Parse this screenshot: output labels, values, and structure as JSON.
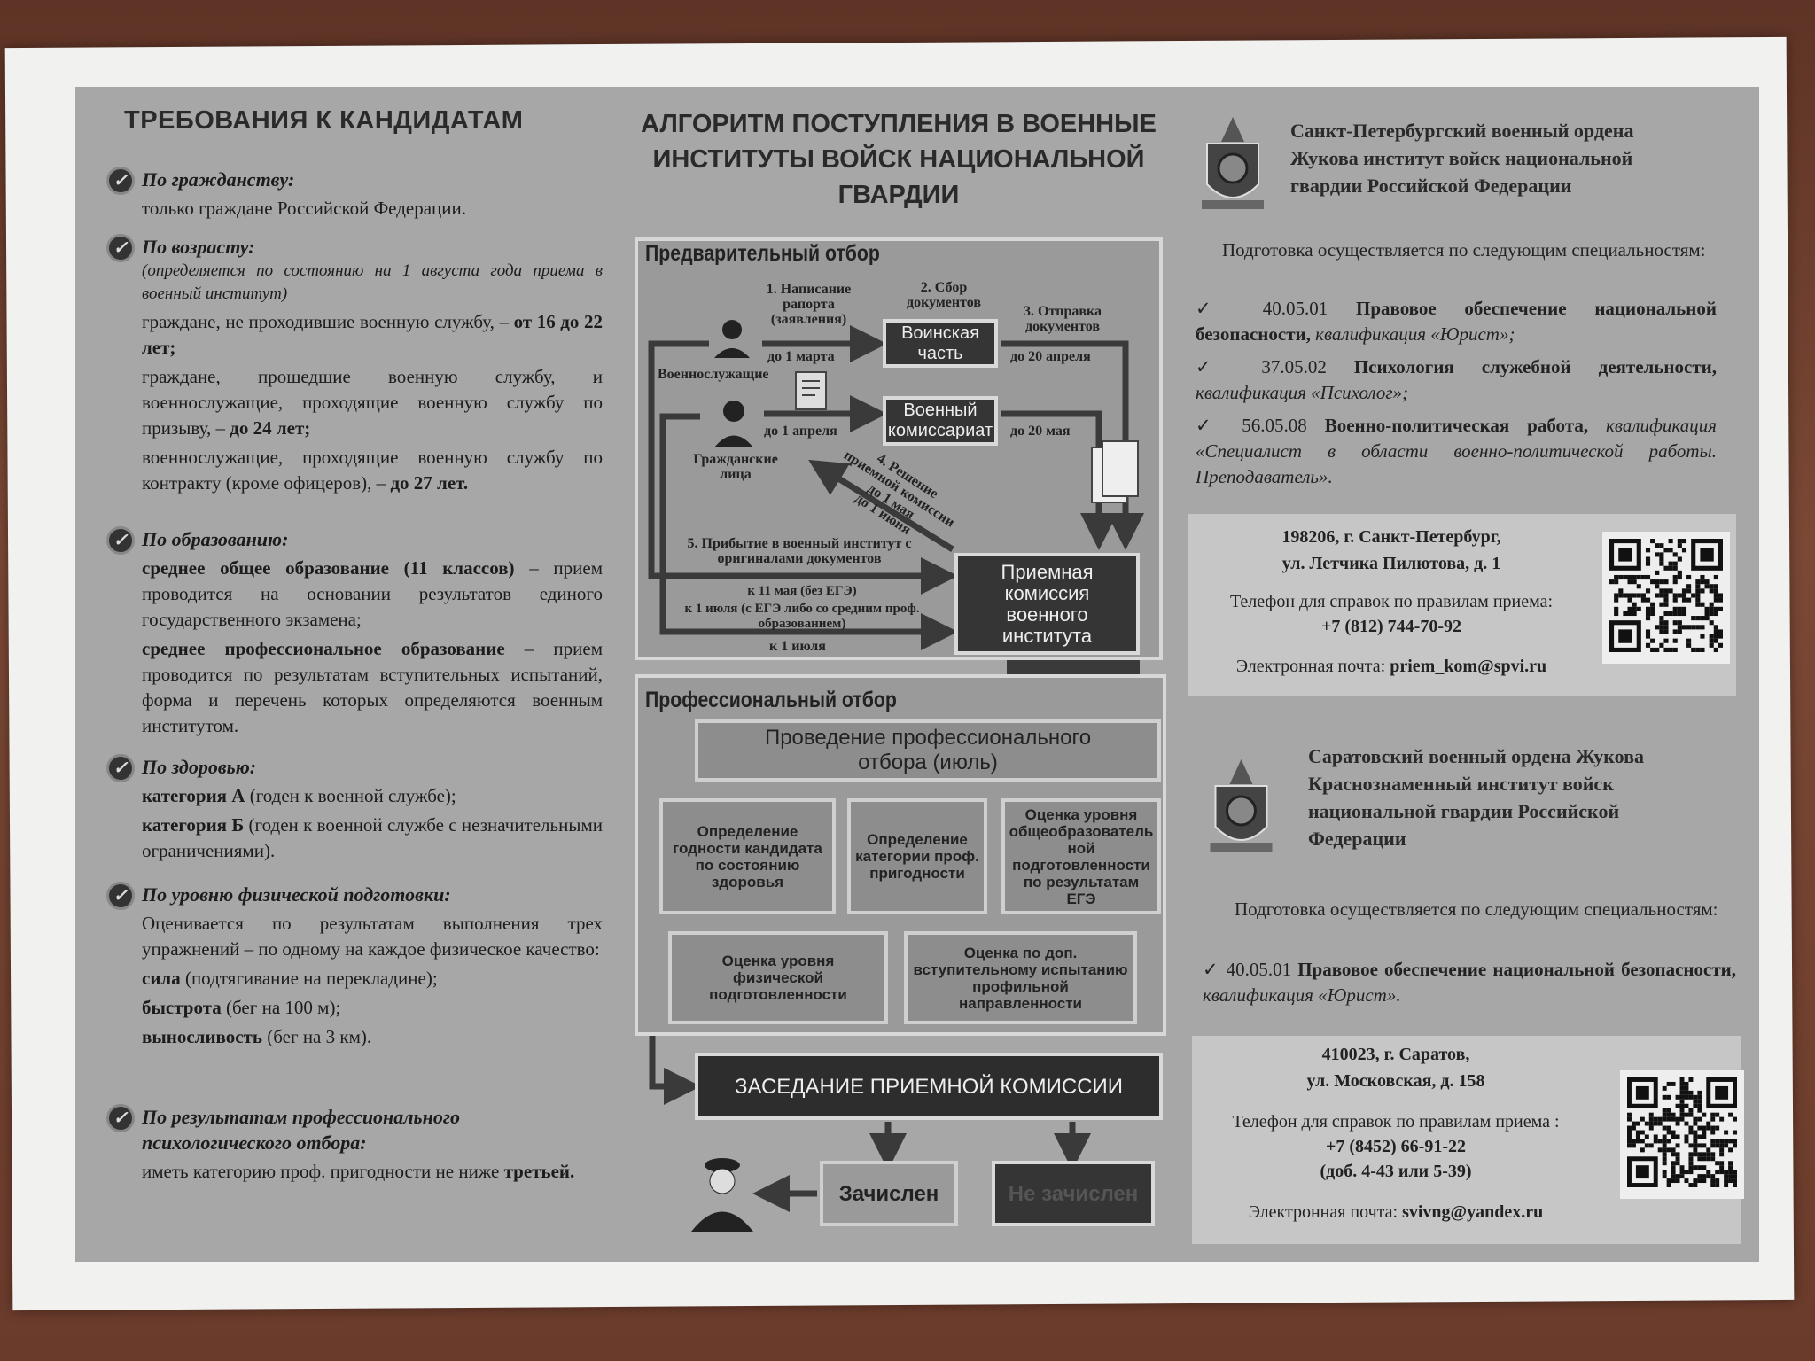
{
  "left": {
    "title": "ТРЕБОВАНИЯ К КАНДИДАТАМ",
    "sections": [
      {
        "heading": "По гражданству:",
        "paras": [
          [
            {
              "t": "только граждане Российской Федерации."
            }
          ]
        ]
      },
      {
        "heading": "По возрасту:",
        "note": "(определяется по состоянию на 1 августа года приема в военный институт)",
        "paras": [
          [
            {
              "t": "граждане, не проходившие военную службу, – "
            },
            {
              "t": "от 16 до 22 лет;",
              "b": true
            }
          ],
          [
            {
              "t": "граждане, прошедшие военную службу, и военнослужащие, проходящие военную службу по призыву, – "
            },
            {
              "t": "до 24 лет;",
              "b": true
            }
          ],
          [
            {
              "t": "военнослужащие, проходящие военную службу по контракту (кроме офицеров), – "
            },
            {
              "t": "до 27 лет.",
              "b": true
            }
          ]
        ]
      },
      {
        "heading": "По образованию:",
        "paras": [
          [
            {
              "t": "среднее общее образование (11 классов)",
              "b": true
            },
            {
              "t": " – прием проводится на основании результатов единого государственного экзамена;"
            }
          ],
          [
            {
              "t": "среднее профессиональное образование",
              "b": true
            },
            {
              "t": " – прием проводится по результатам вступительных испытаний, форма и перечень которых определяются военным институтом."
            }
          ]
        ]
      },
      {
        "heading": "По здоровью:",
        "paras": [
          [
            {
              "t": "категория А",
              "b": true
            },
            {
              "t": " (годен к военной службе);"
            }
          ],
          [
            {
              "t": "категория Б",
              "b": true
            },
            {
              "t": " (годен к военной службе с незначительными ограничениями)."
            }
          ]
        ]
      },
      {
        "heading": "По уровню физической подготовки:",
        "paras": [
          [
            {
              "t": "Оценивается по результатам выполнения трех упражнений – по одному на каждое физическое качество:"
            }
          ],
          [
            {
              "t": "сила",
              "b": true
            },
            {
              "t": " (подтягивание на перекладине);"
            }
          ],
          [
            {
              "t": "быстрота",
              "b": true
            },
            {
              "t": " (бег на 100 м);"
            }
          ],
          [
            {
              "t": "выносливость",
              "b": true
            },
            {
              "t": " (бег на 3 км)."
            }
          ]
        ]
      },
      {
        "heading": "По результатам профессионального психологического отбора:",
        "paras": [
          [
            {
              "t": "иметь категорию проф. пригодности не ниже "
            },
            {
              "t": "третьей.",
              "b": true
            }
          ]
        ]
      }
    ]
  },
  "center": {
    "title": "АЛГОРИТМ ПОСТУПЛЕНИЯ В ВОЕННЫЕ ИНСТИТУТЫ ВОЙСК НАЦИОНАЛЬНОЙ ГВАРДИИ",
    "prelim": {
      "title": "Предварительный отбор",
      "step1": "1. Написание рапорта (заявления)",
      "step1_deadline": "до 1 марта",
      "servicemen": "Военнослужащие",
      "step2": "2. Сбор документов",
      "unit": "Воинская часть",
      "step3": "3. Отправка документов",
      "step3_deadline": "до 20 апреля",
      "civilians": "Гражданские лица",
      "civ_deadline": "до 1 апреля",
      "commissariat": "Военный комиссариат",
      "comm_deadline": "до 20 мая",
      "step4": "4. Решение приемной комиссии",
      "step4_d1": "до 1 мая",
      "step4_d2": "до 1 июня",
      "step5": "5. Прибытие в военный институт с оригиналами документов",
      "step5_d1": "к 11 мая (без ЕГЭ)",
      "step5_d2": "к 1 июля (с ЕГЭ либо со средним проф. образованием)",
      "step5_d3": "к 1 июля",
      "commission": "Приемная комиссия военного института"
    },
    "prof": {
      "title": "Профессиональный отбор",
      "main": "Проведение профессионального отбора (июль)",
      "boxes": [
        "Определение годности кандидата по состоянию здоровья",
        "Определение категории проф. пригодности",
        "Оценка уровня общеобразовательной подготовленности по результатам ЕГЭ",
        "Оценка уровня физической подготовленности",
        "Оценка по доп. вступительному испытанию профильной направленности"
      ]
    },
    "meeting": "ЗАСЕДАНИЕ ПРИЕМНОЙ КОМИССИИ",
    "enrolled": "Зачислен",
    "not_enrolled": "Не зачислен"
  },
  "right": {
    "spb": {
      "name": "Санкт-Петербургский военный ордена Жукова институт войск национальной гвардии Российской Федерации",
      "intro": "Подготовка осуществляется по следующим специальностям:",
      "specs": [
        [
          {
            "t": "✓ 40.05.01 "
          },
          {
            "t": "Правовое обеспечение национальной безопасности,",
            "b": true
          },
          {
            "t": " квалификация «Юрист»;",
            "i": true
          }
        ],
        [
          {
            "t": "✓ 37.05.02 "
          },
          {
            "t": "Психология служебной деятельности,",
            "b": true
          },
          {
            "t": " квалификация «Психолог»;",
            "i": true
          }
        ],
        [
          {
            "t": "✓ 56.05.08 "
          },
          {
            "t": "Военно-политическая работа,",
            "b": true
          },
          {
            "t": " квалификация «Специалист в области военно-политической работы. Преподаватель».",
            "i": true
          }
        ]
      ],
      "address1": "198206, г. Санкт-Петербург,",
      "address2": "ул. Летчика Пилютова, д. 1",
      "phone_label": "Телефон для справок по правилам приема:",
      "phone": "+7 (812) 744-70-92",
      "email_label": "Электронная почта: ",
      "email": "priem_kom@spvi.ru"
    },
    "saratov": {
      "name": "Саратовский военный ордена Жукова Краснознаменный институт войск национальной гвардии Российской Федерации",
      "intro": "Подготовка осуществляется по следующим специальностям:",
      "specs": [
        [
          {
            "t": "✓ 40.05.01 "
          },
          {
            "t": "Правовое обеспечение национальной безопасности,",
            "b": true
          },
          {
            "t": " квалификация «Юрист».",
            "i": true
          }
        ]
      ],
      "address1": "410023, г. Саратов,",
      "address2": "ул. Московская, д. 158",
      "phone_label": "Телефон для справок по правилам приема :",
      "phone": "+7 (8452) 66-91-22",
      "phone_ext": "(доб. 4-43 или 5-39)",
      "email_label": "Электронная почта: ",
      "email": "svivng@yandex.ru"
    }
  },
  "colors": {
    "print_gray": "#a7a7a7",
    "dark_box": "#353535",
    "paper": "#f1f1ef",
    "wood": "#6e3f2c"
  }
}
